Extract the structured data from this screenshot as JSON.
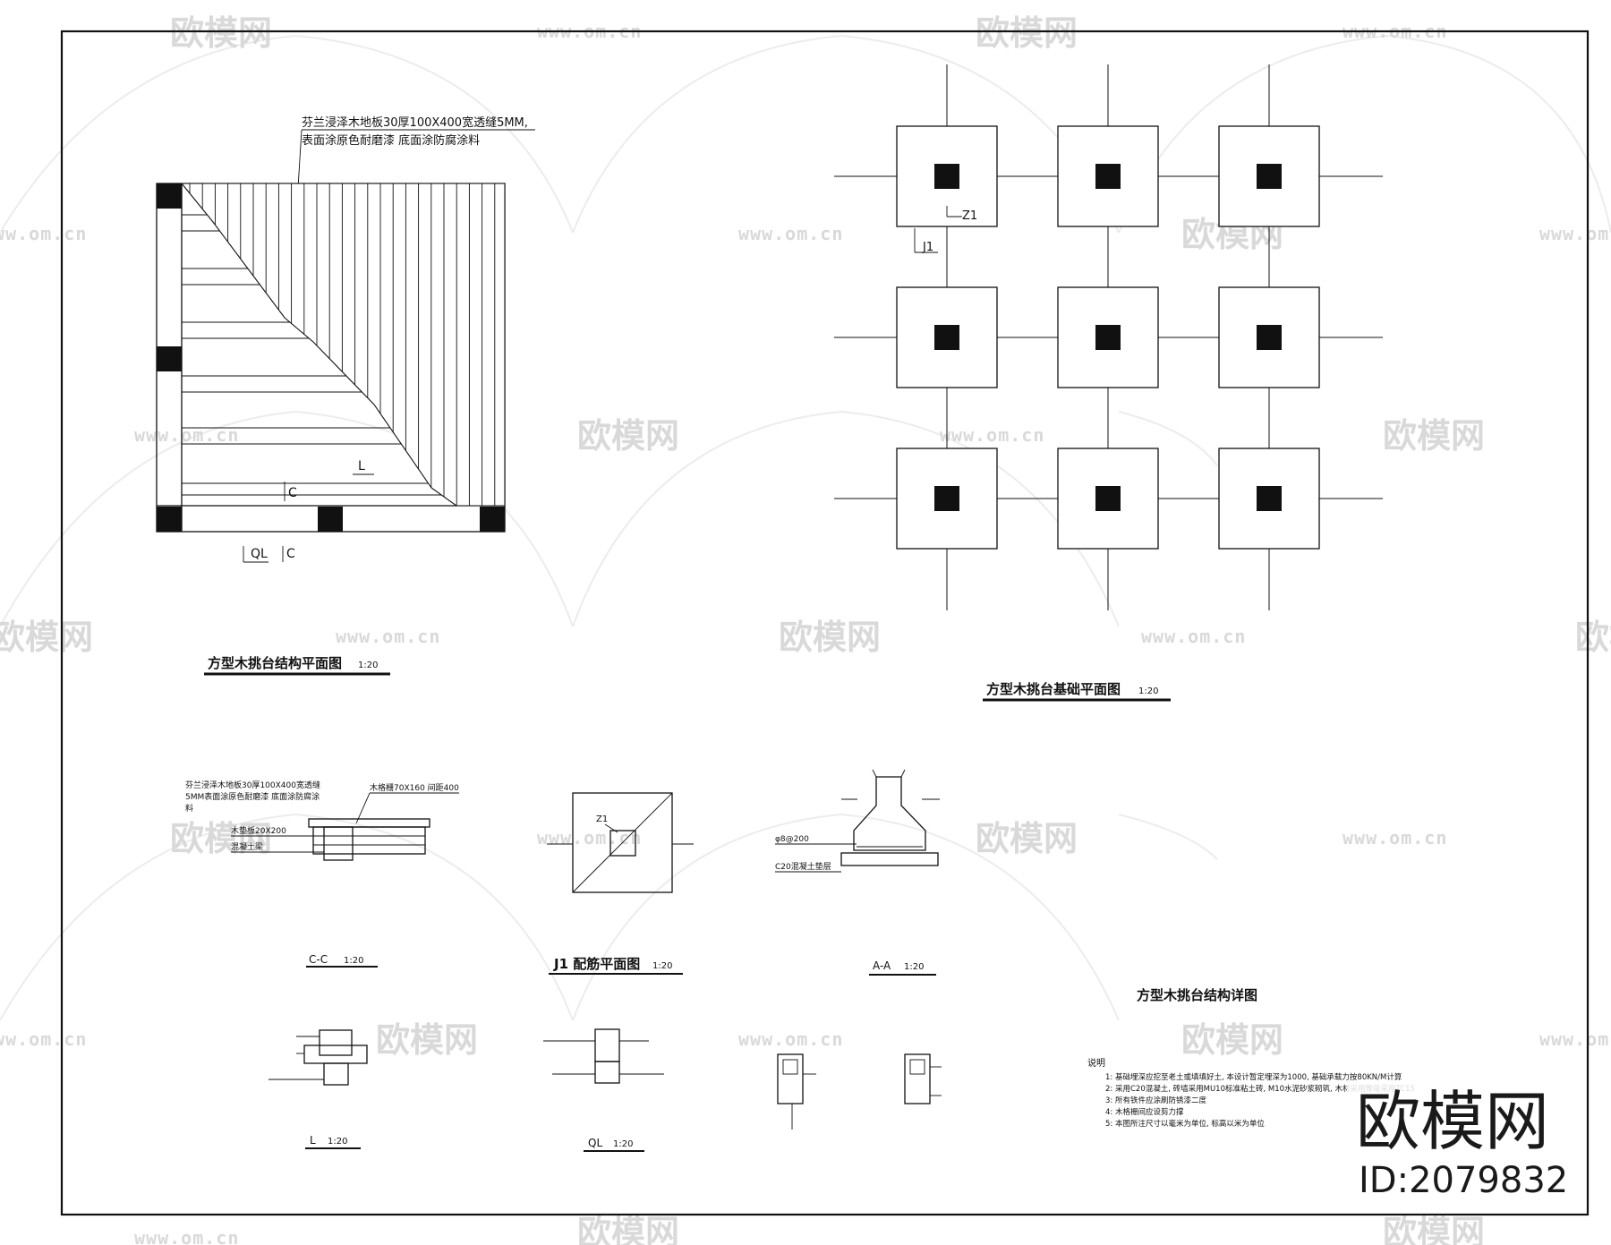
{
  "watermark": {
    "brand": "欧模网",
    "url": "www.om.cn"
  },
  "brand_stamp": {
    "name": "欧模网",
    "id": "ID:2079832"
  },
  "plan_structure": {
    "note_line1": "芬兰浸泽木地板30厚100X400宽透缝5MM,",
    "note_line2": "表面涂原色耐磨漆 底面涂防腐涂料",
    "label_L": "L",
    "label_C1": "C",
    "label_QL": "QL",
    "label_C2": "C",
    "title": "方型木挑台结构平面图",
    "scale": "1:20"
  },
  "plan_foundation": {
    "label_Z1": "Z1",
    "label_J1": "J1",
    "title": "方型木挑台基础平面图",
    "scale": "1:20"
  },
  "section_cc": {
    "note_line1": "芬兰浸泽木地板30厚100X400宽透缝",
    "note_line2": "5MM表面涂原色耐磨漆 底面涂防腐涂",
    "note_line3": "料",
    "label_joist": "木格栅70X160 间距400",
    "label_board": "木垫板20X200",
    "label_concrete": "混凝土梁",
    "title": "C-C",
    "scale": "1:20"
  },
  "j1_plan": {
    "label_z1": "Z1",
    "title": "J1 配筋平面图",
    "scale": "1:20"
  },
  "section_aa": {
    "label_rebar": "φ8@200",
    "label_c20": "C20混凝土垫层",
    "title": "A-A",
    "scale": "1:20"
  },
  "section_l": {
    "title": "L",
    "scale": "1:20"
  },
  "section_ql": {
    "title": "QL",
    "scale": "1:20"
  },
  "detail_title": "方型木挑台结构详图",
  "notes": {
    "heading": "说明",
    "items": [
      "1: 基础埋深应挖至老土或填填好土, 本设计暂定埋深为1000, 基础承载力按80KN/M计算",
      "2: 采用C20混凝土, 砖墙采用MU10标准粘土砖, M10水泥砂浆砌筑, 木材采用等级采用TC15",
      "3: 所有铁件应涂刷防锈漆二度",
      "4: 木格栅间应设剪力撑",
      "5: 本图所注尺寸以毫米为单位, 标高以米为单位"
    ]
  }
}
